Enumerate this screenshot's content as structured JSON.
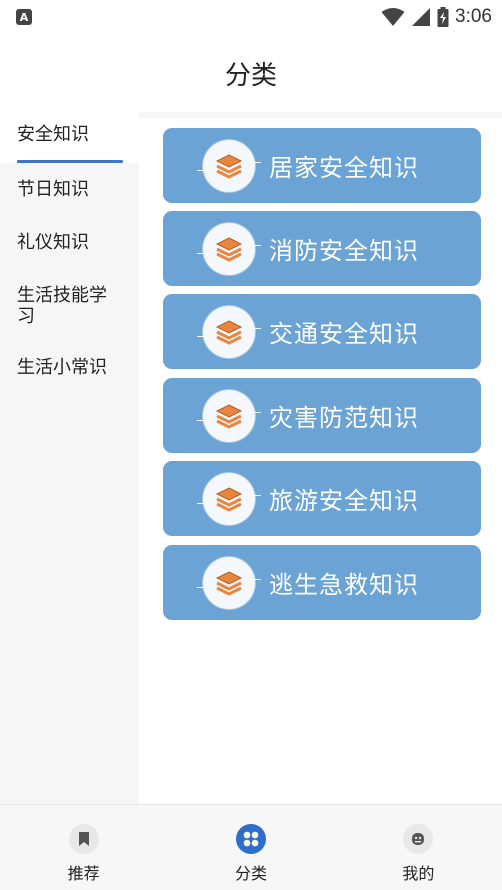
{
  "status_bar": {
    "app_badge": "A",
    "time": "3:06"
  },
  "header": {
    "title": "分类"
  },
  "sidebar": {
    "items": [
      {
        "label": "安全知识",
        "active": true
      },
      {
        "label": "节日知识",
        "active": false
      },
      {
        "label": "礼仪知识",
        "active": false
      },
      {
        "label": "生活技能学习",
        "active": false
      },
      {
        "label": "生活小常识",
        "active": false
      }
    ]
  },
  "cards": [
    {
      "label": "居家安全知识",
      "icon": "layers-icon"
    },
    {
      "label": "消防安全知识",
      "icon": "layers-icon"
    },
    {
      "label": "交通安全知识",
      "icon": "layers-icon"
    },
    {
      "label": "灾害防范知识",
      "icon": "layers-icon"
    },
    {
      "label": "旅游安全知识",
      "icon": "layers-icon"
    },
    {
      "label": "逃生急救知识",
      "icon": "layers-icon"
    }
  ],
  "tabbar": {
    "tabs": [
      {
        "label": "推荐",
        "icon": "bookmark-icon",
        "active": false
      },
      {
        "label": "分类",
        "icon": "category-icon",
        "active": true
      },
      {
        "label": "我的",
        "icon": "profile-icon",
        "active": false
      }
    ]
  },
  "colors": {
    "card_bg": "#6aa3d4",
    "accent": "#3f74c6",
    "icon_orange": "#e8863f",
    "sidebar_bg": "#f6f6f6"
  }
}
